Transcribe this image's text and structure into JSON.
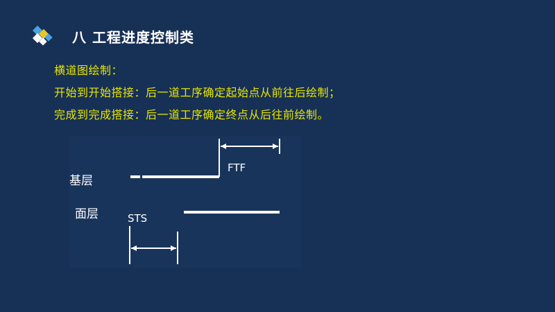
{
  "header": {
    "title": "八  工程进度控制类",
    "logo_colors": [
      "#4aa3df",
      "#e8c62e",
      "#ffffff"
    ]
  },
  "content": {
    "line1": "横道图绘制：",
    "line2": "开始到开始搭接：后一道工序确定起始点从前往后绘制；",
    "line3": "完成到完成搭接：后一道工序确定终点从后往前绘制。"
  },
  "diagram": {
    "row1_label": "基层",
    "row2_label": "面层",
    "sts_label": "STS",
    "ftf_label": "FTF"
  },
  "colors": {
    "background": "#173055",
    "text_highlight": "#e6e600",
    "title": "#ffffff"
  }
}
